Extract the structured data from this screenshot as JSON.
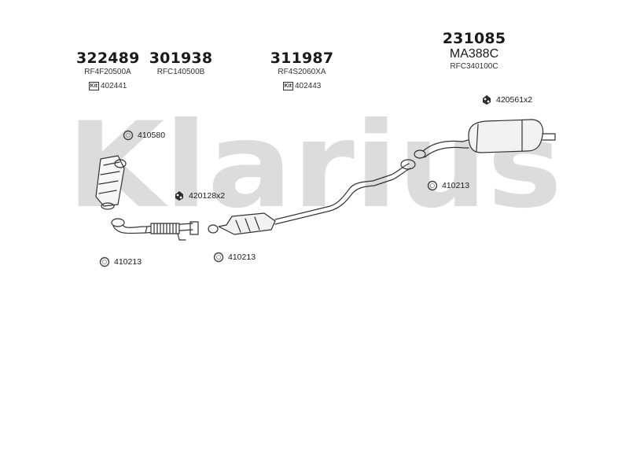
{
  "watermark": {
    "text": "Klarius",
    "color": "#d9d9d9"
  },
  "parts": [
    {
      "number": "322489",
      "ref": "RF4F20500A",
      "kit": "402441"
    },
    {
      "number": "301938",
      "ref": "RFC140500B"
    },
    {
      "number": "311987",
      "ref": "RF4S2060XA",
      "kit": "402443"
    },
    {
      "number": "231085",
      "sub": "MA388C",
      "ref": "RFC340100C"
    }
  ],
  "kit_badge_text": "Kit",
  "accessories": [
    {
      "label": "420561x2",
      "icon": "rubber-hanger-icon"
    },
    {
      "label": "410580",
      "icon": "gasket-ring-icon"
    },
    {
      "label": "410213",
      "icon": "gasket-ring-icon"
    },
    {
      "label": "420128x2",
      "icon": "rubber-hanger-icon"
    },
    {
      "label": "410213",
      "icon": "gasket-ring-icon"
    },
    {
      "label": "410213",
      "icon": "gasket-ring-icon"
    }
  ],
  "colors": {
    "line": "#333333",
    "background": "#ffffff"
  }
}
